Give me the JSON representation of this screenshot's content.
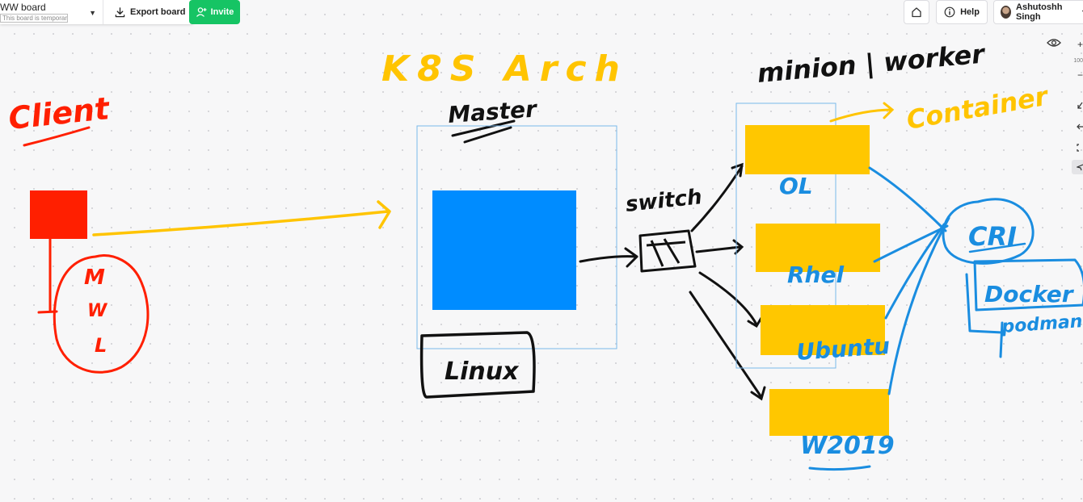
{
  "board": {
    "name": "WW board",
    "temporary_note": "This board is temporary",
    "export_label": "Export board",
    "invite_label": "Invite"
  },
  "toolbar": {
    "help_label": "Help",
    "user_name": "Ashutoshh Singh"
  },
  "zoom": {
    "plus": "+",
    "level": "100",
    "minus": "−"
  },
  "icons": {
    "home": "home-icon",
    "help": "info-icon",
    "export": "download-icon",
    "invite": "add-user-icon",
    "visibility": "eye-icon"
  },
  "colors": {
    "red": "#ff1f00",
    "blue": "#008cff",
    "yellow": "#ffc700",
    "invite_green": "#16c464",
    "pen_black": "#111111",
    "pen_blue": "#1a8de0",
    "pen_yellow": "#ffc400"
  },
  "annotations": {
    "client": "Client",
    "k8s_arch": "K8S Arch",
    "master": "Master",
    "linux": "Linux",
    "switch": "switch",
    "minion_worker": "minion | worker",
    "container": "Container",
    "ol": "OL",
    "rhel": "Rhel",
    "ubuntu": "Ubuntu",
    "w2019": "W2019",
    "cri": "CRI",
    "docker": "Docker",
    "podman": "podman",
    "mwl_m": "M",
    "mwl_w": "W",
    "mwl_l": "L"
  }
}
